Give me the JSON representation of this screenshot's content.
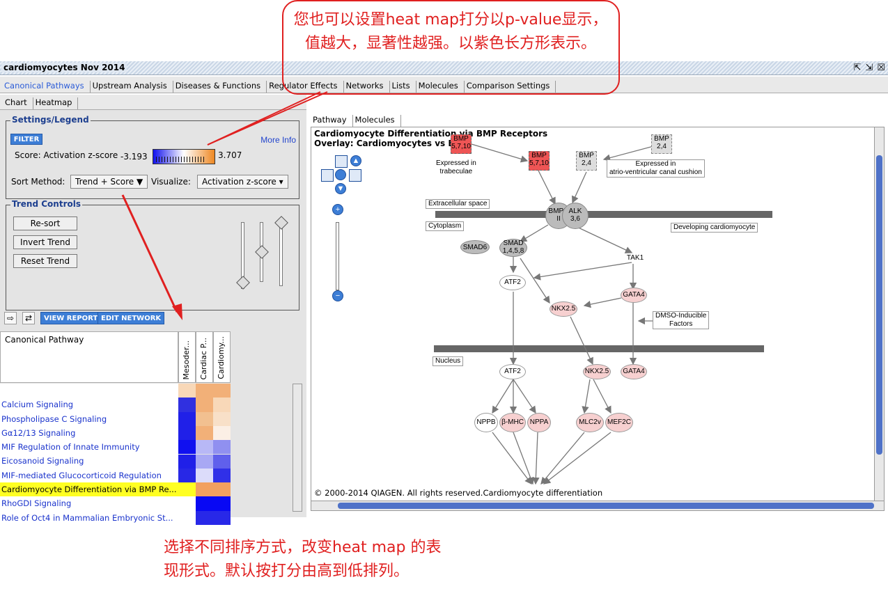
{
  "window": {
    "title": "cardiomyocytes Nov 2014",
    "buttons": [
      "⇱",
      "⇲",
      "☒"
    ]
  },
  "main_tabs": [
    "Canonical Pathways",
    "Upstream Analysis",
    "Diseases & Functions",
    "Regulator Effects",
    "Networks",
    "Lists",
    "Molecules",
    "Comparison Settings"
  ],
  "sub_tabs": [
    "Chart",
    "Heatmap"
  ],
  "settings": {
    "title": "Settings/Legend",
    "filter": "FILTER",
    "more_info": "More Info",
    "score_label": "Score: Activation z-score",
    "score_min": "-3.193",
    "score_max": "3.707",
    "sort_label": "Sort Method:",
    "sort_value": "Trend + Score ▼",
    "visualize_label": "Visualize:",
    "visualize_value": "Activation z-score  ▾"
  },
  "trend": {
    "title": "Trend Controls",
    "buttons": [
      "Re-sort",
      "Invert Trend",
      "Reset Trend"
    ]
  },
  "toolbar": {
    "view_report": "VIEW REPORT",
    "edit_network": "EDIT NETWORK"
  },
  "heatmap": {
    "header": "Canonical Pathway",
    "columns": [
      "Mesoder...",
      "Cardiac P...",
      "Cardiomy..."
    ],
    "rows": [
      {
        "name": "",
        "colors": [
          "#f8d8b8",
          "#f2b078",
          "#f2b078"
        ]
      },
      {
        "name": "Calcium Signaling",
        "colors": [
          "#3030e0",
          "#f2b078",
          "#f8d8b8"
        ]
      },
      {
        "name": "Phospholipase C Signaling",
        "colors": [
          "#2020e8",
          "#f2c090",
          "#f8e0c8"
        ]
      },
      {
        "name": "Gα12/13 Signaling",
        "colors": [
          "#2020e8",
          "#f2b078",
          "#fbefe5"
        ]
      },
      {
        "name": "MIF Regulation of Innate Immunity",
        "colors": [
          "#1010f0",
          "#b8b8f6",
          "#9090f0"
        ]
      },
      {
        "name": "Eicosanoid Signaling",
        "colors": [
          "#2020e8",
          "#a8a8f4",
          "#6060ec"
        ]
      },
      {
        "name": "MIF-mediated Glucocorticoid Regulation",
        "colors": [
          "#2828e6",
          "#dcdcfa",
          "#3030e8"
        ]
      },
      {
        "name": "Cardiomyocyte Differentiation via BMP Re...",
        "colors": [
          "#ffff22",
          "#f2a060",
          "#f2a060"
        ]
      },
      {
        "name": "RhoGDI Signaling",
        "colors": [
          "#ffffff",
          "#0808f4",
          "#0808f4"
        ]
      },
      {
        "name": "Role of Oct4 in Mammalian Embryonic St...",
        "colors": [
          "#ffffff",
          "#2828e8",
          "#2828e8"
        ]
      }
    ]
  },
  "pathway": {
    "tabs": [
      "Pathway",
      "Molecules"
    ],
    "title": "Cardiomyocyte Differentiation via BMP Receptors",
    "overlay": "Overlay: Cardiomyocytes vs ESC",
    "copyright": "© 2000-2014 QIAGEN. All rights reserved.",
    "outcome": "Cardiomyocyte differentiation",
    "compartments": {
      "extracellular": "Extracellular space",
      "cytoplasm": "Cytoplasm",
      "nucleus": "Nucleus",
      "developing": "Developing cardiomyocyte"
    },
    "notes": {
      "trabeculae": "Expressed in\ntrabeculae",
      "canal": "Expressed in\natrio-ventricular canal cushion",
      "dmso": "DMSO-Inducible\nFactors"
    },
    "nodes": {
      "bmp1": "BMP\n5,7,10",
      "bmp2": "BMP\n5,7,10",
      "bmp3": "BMP\n2,4",
      "bmp4": "BMP\n2,4",
      "bmpr": "BMPR\nII",
      "alk": "ALK\n3,6",
      "smad6": "SMAD6",
      "smad": "SMAD\n1,4,5,8",
      "tak1": "TAK1",
      "atf2": "ATF2",
      "gata4": "GATA4",
      "nkx25": "NKX2.5",
      "atf2n": "ATF2",
      "nkx25n": "NKX2.5",
      "gata4n": "GATA4",
      "nppb": "NPPB",
      "bmhc": "β-MHC",
      "nppa": "NPPA",
      "mlc2v": "MLC2v",
      "mef2c": "MEF2C"
    }
  },
  "annotations": {
    "top": "您也可以设置heat map打分以p-value显示，值越大，显著性越强。以紫色长方形表示。",
    "bottom": "选择不同排序方式，改变heat map 的表\n现形式。默认按打分由高到低排列。"
  },
  "colors": {
    "accent": "#3d7ed6",
    "annotation": "#e02020",
    "selected_row": "#ffff22"
  }
}
